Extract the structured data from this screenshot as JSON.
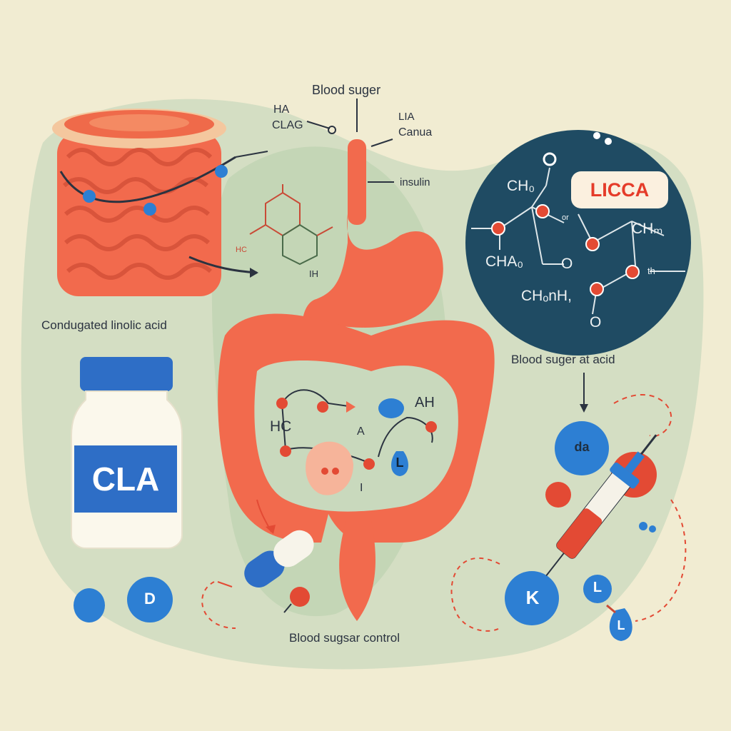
{
  "labels": {
    "blood_sugar_top": "Blood suger",
    "ha": "HA",
    "clag": "CLAG",
    "lia": "LIA",
    "canua": "Canua",
    "insulin": "insulin",
    "hc_small": "HC",
    "ih": "IH",
    "conjugated": "Condugated linolic acid",
    "blood_sugar_acid": "Blood suger at acid",
    "blood_sugar_control": "Blood sugsar control",
    "hc_center": "HC",
    "ah": "AH",
    "a_center": "A",
    "i_center": "I"
  },
  "circle": {
    "badge": "LICCA",
    "ch_a": "CH₀",
    "or": "or",
    "ch_b": "CHₘ",
    "ch_c": "CHA₀",
    "o_a": "O",
    "ch_d": "CHₒnH,",
    "oh": "th",
    "o_b": "O"
  },
  "bottle": {
    "label": "CLA"
  },
  "balls": {
    "d": "D",
    "da": "da",
    "l1": "L",
    "l2": "L",
    "l3": "L",
    "k": "K"
  },
  "colors": {
    "background": "#f1ecd2",
    "blob": "#c9d9bd",
    "organ_red": "#f26a4d",
    "navy": "#1f4b63",
    "blue": "#2d7fd3",
    "badge_red": "#e53c2a"
  }
}
